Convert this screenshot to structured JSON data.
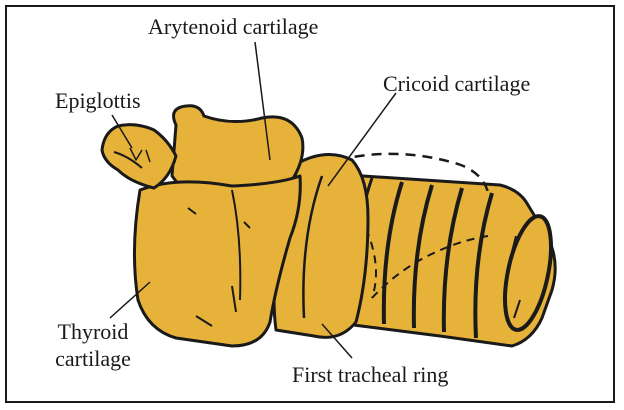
{
  "labels": {
    "arytenoid": "Arytenoid cartilage",
    "epiglottis": "Epiglottis",
    "cricoid": "Cricoid cartilage",
    "thyroid_line1": "Thyroid",
    "thyroid_line2": "cartilage",
    "tracheal_ring": "First tracheal ring"
  },
  "colors": {
    "cartilage_fill": "#e6b23a",
    "outline": "#1a1a1a"
  }
}
